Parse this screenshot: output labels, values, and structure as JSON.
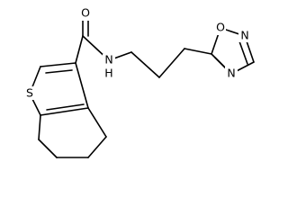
{
  "molecule": {
    "atoms": [
      {
        "id": "s1",
        "label": "S"
      },
      {
        "id": "o1",
        "label": "O"
      },
      {
        "id": "n_amide",
        "label": "N"
      },
      {
        "id": "h_amide",
        "label": "H"
      },
      {
        "id": "o2",
        "label": "O"
      },
      {
        "id": "n2",
        "label": "N"
      },
      {
        "id": "n4",
        "label": "N"
      }
    ]
  }
}
